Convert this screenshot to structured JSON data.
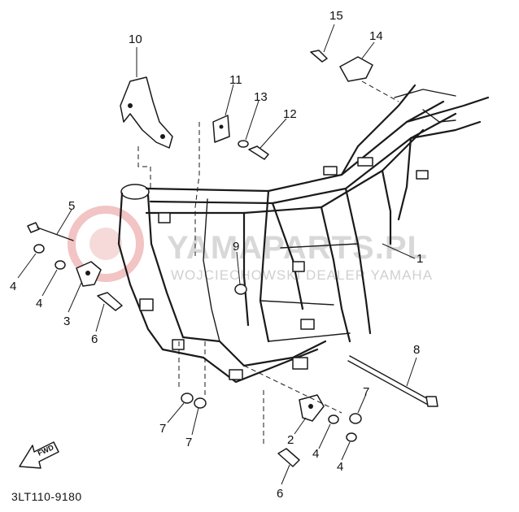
{
  "diagram": {
    "part_code": "3LT110-9180",
    "fwd_label": "FWD",
    "watermark": {
      "main": "YAMAPARTS.PL",
      "sub": "WOJCIECHOWSKI DEALER YAMAHA"
    },
    "callouts": [
      "15",
      "14",
      "10",
      "11",
      "13",
      "12",
      "5",
      "9",
      "1",
      "4",
      "4",
      "3",
      "6",
      "8",
      "7",
      "7",
      "7",
      "2",
      "4",
      "4",
      "6"
    ]
  }
}
